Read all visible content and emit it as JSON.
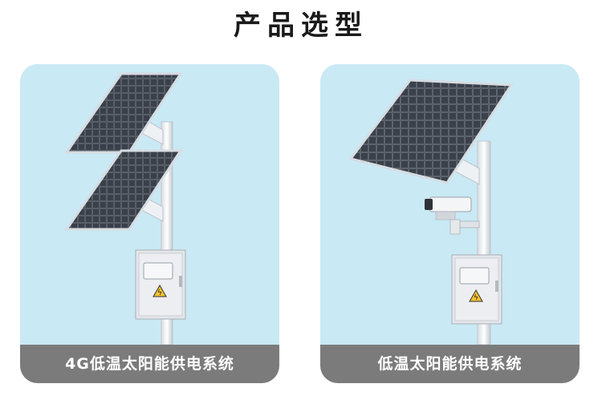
{
  "title": "产品选型",
  "products": [
    {
      "label": "4G低温太阳能供电系统"
    },
    {
      "label": "低温太阳能供电系统"
    }
  ],
  "colors": {
    "card_bg": "#c9e9f4",
    "label_bg": "#7b7b7b",
    "label_text": "#ffffff",
    "title_text": "#1a1a1a"
  }
}
